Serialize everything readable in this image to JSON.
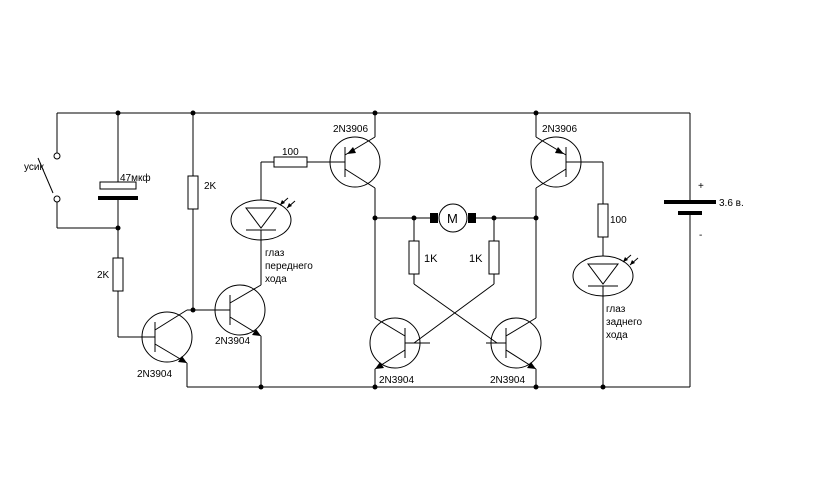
{
  "labels": {
    "switch": "усик",
    "capacitor": "47мкф",
    "r_top_left": "2K",
    "r_left": "2K",
    "r_led_front": "100",
    "r_led_rear": "100",
    "r_bridge_left": "1K",
    "r_bridge_right": "1K",
    "motor": "M",
    "q_top_left": "2N3906",
    "q_top_right": "2N3906",
    "q_input": "2N3904",
    "q_driver": "2N3904",
    "q_bottom_left": "2N3904",
    "q_bottom_right": "2N3904",
    "led_front_line1": "глаз",
    "led_front_line2": "переднего",
    "led_front_line3": "хода",
    "led_rear_line1": "глаз",
    "led_rear_line2": "заднего",
    "led_rear_line3": "хода",
    "battery_plus": "+",
    "battery_minus": "-",
    "battery_voltage": "3.6 в."
  }
}
